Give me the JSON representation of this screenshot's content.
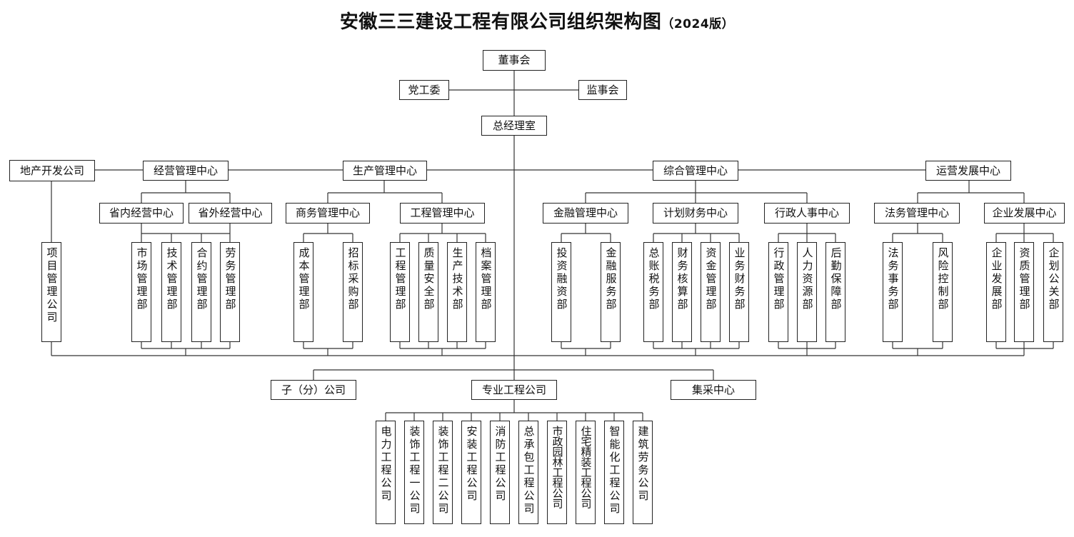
{
  "title": "安徽三三建设工程有限公司组织架构图",
  "version": "（2024版）",
  "nodes": {
    "board": "董事会",
    "party": "党工委",
    "supervisory": "监事会",
    "gm_office": "总经理室",
    "real_estate": "地产开发公司",
    "project_mgmt_co": "项目管理公司",
    "ops_mgmt_center": "经营管理中心",
    "prov_in": "省内经营中心",
    "prov_out": "省外经营中心",
    "market_dept": "市场管理部",
    "tech_dept": "技术管理部",
    "contract_dept": "合约管理部",
    "labor_dept": "劳务管理部",
    "prod_mgmt_center": "生产管理中心",
    "business_center": "商务管理中心",
    "eng_center": "工程管理中心",
    "cost_dept": "成本管理部",
    "bid_dept": "招标采购部",
    "eng_dept": "工程管理部",
    "quality_dept": "质量安全部",
    "prod_tech_dept": "生产技术部",
    "archive_dept": "档案管理部",
    "general_center": "综合管理中心",
    "finance_center": "金融管理中心",
    "plan_finance_center": "计划财务中心",
    "admin_hr_center": "行政人事中心",
    "invest_dept": "投资融资部",
    "fin_service_dept": "金融服务部",
    "ledger_tax_dept": "总账税务部",
    "accounting_dept": "财务核算部",
    "fund_dept": "资金管理部",
    "biz_finance_dept": "业务财务部",
    "admin_dept": "行政管理部",
    "hr_dept": "人力资源部",
    "logistics_dept": "后勤保障部",
    "operation_center": "运营发展中心",
    "legal_center": "法务管理中心",
    "enterprise_center": "企业发展中心",
    "legal_dept": "法务事务部",
    "risk_dept": "风险控制部",
    "ent_dev_dept": "企业发展部",
    "qualification_dept": "资质管理部",
    "pr_dept": "企划公关部",
    "subsidiary": "子（分）公司",
    "specialty_co": "专业工程公司",
    "purchasing_center": "集采中心",
    "power_co": "电力工程公司",
    "deco1_co": "装饰工程一公司",
    "deco2_co": "装饰工程二公司",
    "install_co": "安装工程公司",
    "fire_co": "消防工程公司",
    "epc_co": "总承包工程公司",
    "municipal_co": "市政园林工程公司",
    "residential_co": "住宅精装工程公司",
    "smart_co": "智能化工程公司",
    "labor_co": "建筑劳务公司"
  }
}
